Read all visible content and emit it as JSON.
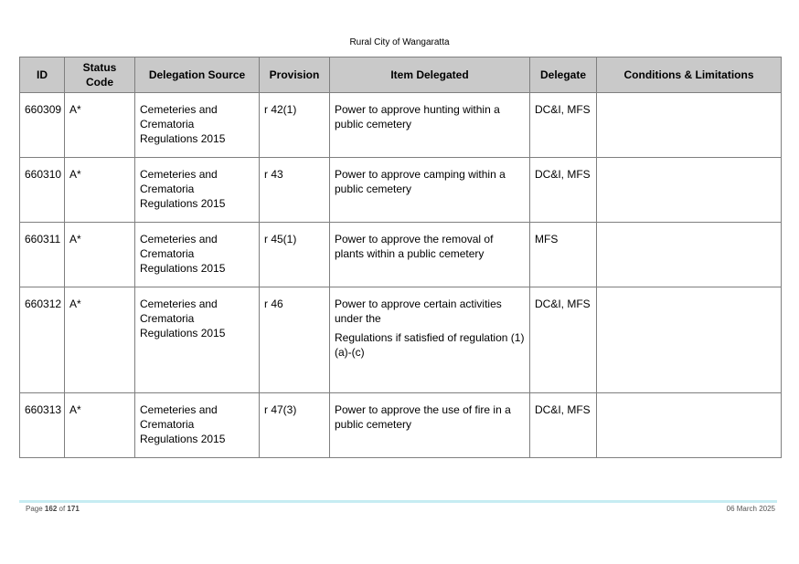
{
  "header": {
    "organisation": "Rural City of Wangaratta"
  },
  "table": {
    "columns": [
      "ID",
      "Status Code",
      "Delegation Source",
      "Provision",
      "Item Delegated",
      "Delegate",
      "Conditions & Limitations"
    ],
    "rows": [
      {
        "id": "660309",
        "status": "A*",
        "source": "Cemeteries and Crematoria Regulations 2015",
        "provision": "r 42(1)",
        "item": [
          "Power to approve hunting within a public cemetery"
        ],
        "delegate": "DC&I, MFS",
        "conditions": ""
      },
      {
        "id": "660310",
        "status": "A*",
        "source": "Cemeteries and Crematoria Regulations 2015",
        "provision": "r 43",
        "item": [
          "Power to approve camping within a public cemetery"
        ],
        "delegate": "DC&I, MFS",
        "conditions": ""
      },
      {
        "id": "660311",
        "status": "A*",
        "source": "Cemeteries and Crematoria Regulations 2015",
        "provision": "r 45(1)",
        "item": [
          "Power to approve the removal of plants within a public cemetery"
        ],
        "delegate": "MFS",
        "conditions": ""
      },
      {
        "id": "660312",
        "status": "A*",
        "source": "Cemeteries and Crematoria Regulations 2015",
        "provision": "r 46",
        "item": [
          "Power to approve certain activities under the",
          "Regulations if satisfied of regulation (1)(a)-(c)"
        ],
        "delegate": "DC&I, MFS",
        "conditions": ""
      },
      {
        "id": "660313",
        "status": "A*",
        "source": "Cemeteries and Crematoria Regulations 2015",
        "provision": "r 47(3)",
        "item": [
          "Power to approve the use of fire in a public cemetery"
        ],
        "delegate": "DC&I, MFS",
        "conditions": ""
      }
    ]
  },
  "footer": {
    "page_prefix": "Page",
    "page_current": "162",
    "page_of": "of",
    "page_total": "171",
    "date": "06 March 2025"
  }
}
